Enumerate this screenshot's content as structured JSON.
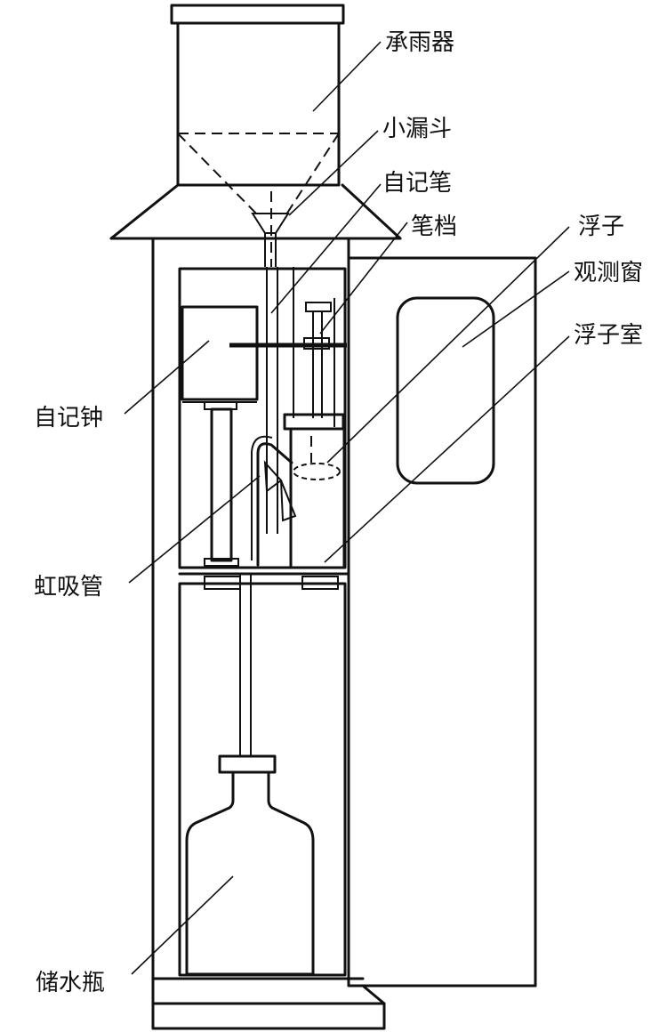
{
  "labels": {
    "rain_receiver": "承雨器",
    "small_funnel": "小漏斗",
    "recording_pen": "自记笔",
    "pen_stop": "笔档",
    "float": "浮子",
    "observation_window": "观测窗",
    "float_chamber": "浮子室",
    "clock_drum": "自记钟",
    "siphon_tube": "虹吸管",
    "storage_bottle": "储水瓶"
  }
}
